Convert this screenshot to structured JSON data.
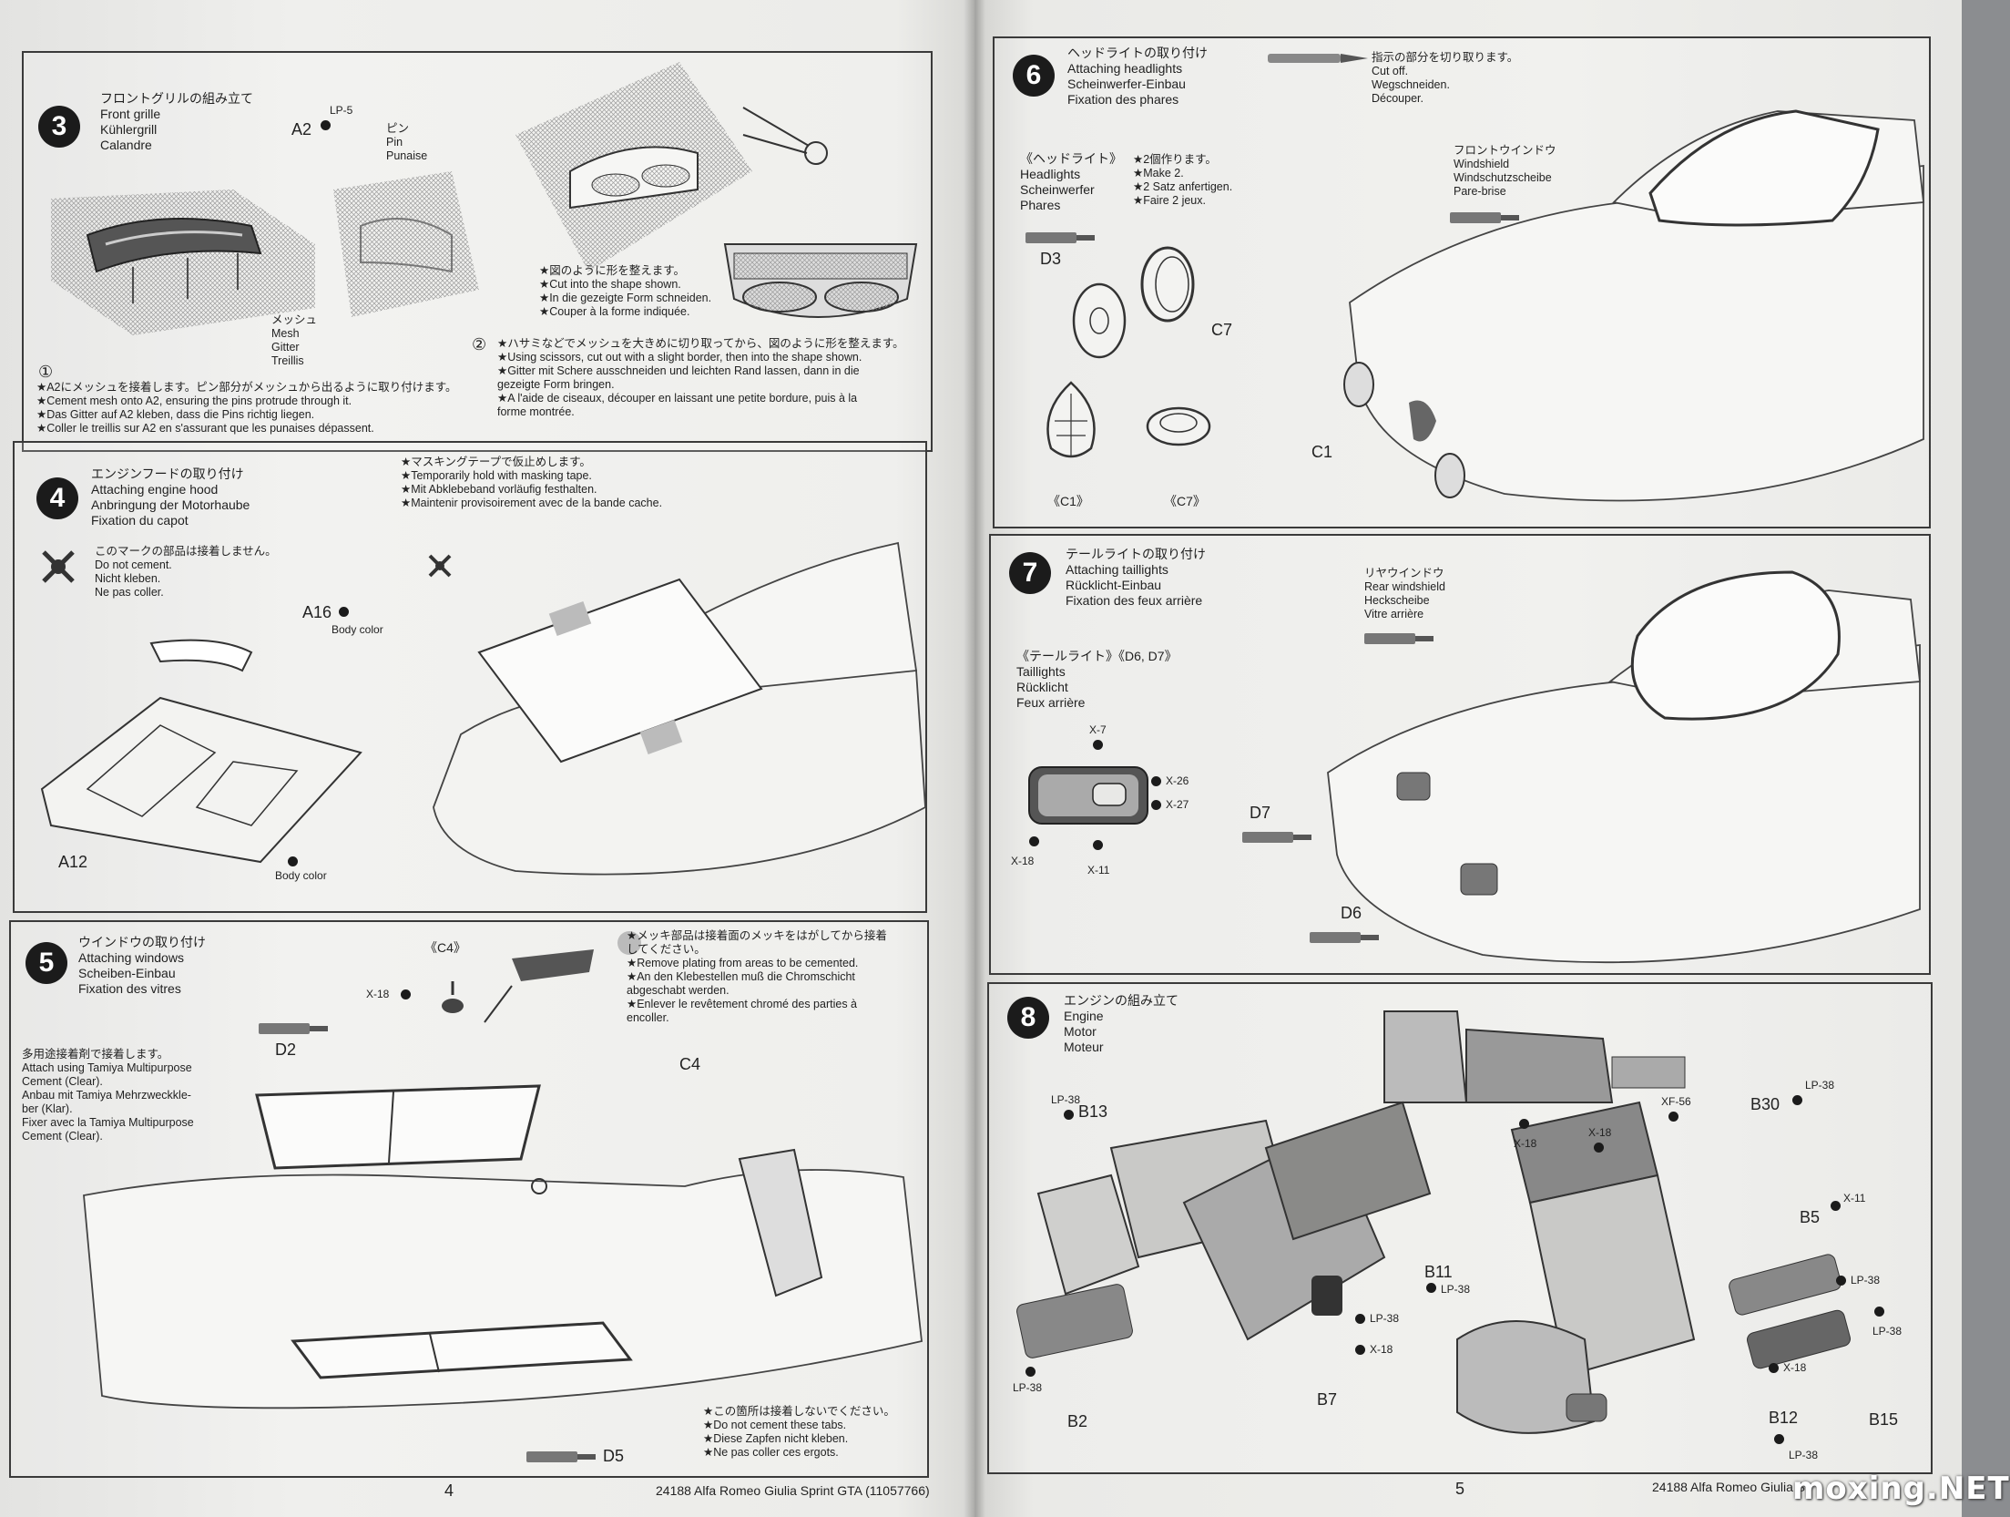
{
  "pages": {
    "left_number": "4",
    "right_number": "5",
    "left_footer": "24188  Alfa Romeo Giulia Sprint GTA (11057766)",
    "right_footer": "24188  Alfa Romeo Giulia Sp"
  },
  "watermark": "moxing.NET",
  "step3": {
    "number": "3",
    "title_jp": "フロントグリルの組み立て",
    "title_en": "Front grille",
    "title_de": "Kühlergrill",
    "title_fr": "Calandre",
    "part_a2": "A2",
    "part_lp5": "LP-5",
    "pin_jp": "ピン",
    "pin_en": "Pin",
    "pin_fr": "Punaise",
    "mesh_jp": "メッシュ",
    "mesh_en": "Mesh",
    "mesh_de": "Gitter",
    "mesh_fr": "Treillis",
    "circle1": "①",
    "note1": [
      "★A2にメッシュを接着します。ピン部分がメッシュから出るように取り付けます。",
      "★Cement mesh onto A2, ensuring the pins protrude through it.",
      "★Das Gitter auf A2 kleben, dass die Pins richtig liegen.",
      "★Coller le treillis sur A2 en s'assurant que les punaises dépassent."
    ],
    "circle2": "②",
    "note2": [
      "★ハサミなどでメッシュを大きめに切り取ってから、図のように形を整えます。",
      "★Using scissors, cut out with a slight border, then into the shape shown.",
      "★Gitter mit Schere ausschneiden und leichten Rand lassen, dann in die",
      "gezeigte Form bringen.",
      "★A l'aide de ciseaux, découper en laissant une petite bordure, puis à la",
      "forme montrée."
    ],
    "note3": [
      "★図のように形を整えます。",
      "★Cut into the shape shown.",
      "★In die gezeigte Form schneiden.",
      "★Couper à la forme indiquée."
    ]
  },
  "step4": {
    "number": "4",
    "title_jp": "エンジンフードの取り付け",
    "title_en": "Attaching engine hood",
    "title_de": "Anbringung der Motorhaube",
    "title_fr": "Fixation du capot",
    "nocement": [
      "このマークの部品は接着しません。",
      "Do not cement.",
      "Nicht kleben.",
      "Ne pas coller."
    ],
    "tape": [
      "★マスキングテープで仮止めします。",
      "★Temporarily hold with masking tape.",
      "★Mit Abklebeband vorläufig festhalten.",
      "★Maintenir provisoirement avec de la bande cache."
    ],
    "part_a16": "A16",
    "part_a12": "A12",
    "body_color_1": "Body color",
    "body_color_2": "Body color"
  },
  "step5": {
    "number": "5",
    "title_jp": "ウインドウの取り付け",
    "title_en": "Attaching windows",
    "title_de": "Scheiben-Einbau",
    "title_fr": "Fixation des vitres",
    "c4_label": "《C4》",
    "x18": "X-18",
    "chrome": [
      "★メッキ部品は接着面のメッキをはがしてから接着",
      "してください。",
      "★Remove plating from areas to be cemented.",
      "★An den Klebestellen muß die Chromschicht",
      "abgeschabt werden.",
      "★Enlever le revêtement chromé des parties à",
      "encoller."
    ],
    "cement": [
      "多用途接着剤で接着します。",
      "Attach using Tamiya Multipurpose",
      "Cement (Clear).",
      "Anbau mit Tamiya Mehrzweckkle-",
      "ber (Klar).",
      "Fixer avec la Tamiya Multipurpose",
      "Cement (Clear)."
    ],
    "part_d2": "D2",
    "part_c4": "C4",
    "part_d5": "D5",
    "tabs": [
      "★この箇所は接着しないでください。",
      "★Do not cement these tabs.",
      "★Diese Zapfen nicht kleben.",
      "★Ne pas coller ces ergots."
    ]
  },
  "step6": {
    "number": "6",
    "title_jp": "ヘッドライトの取り付け",
    "title_en": "Attaching headlights",
    "title_de": "Scheinwerfer-Einbau",
    "title_fr": "Fixation des phares",
    "cutoff": [
      "指示の部分を切り取ります。",
      "Cut off.",
      "Wegschneiden.",
      "Découper."
    ],
    "headlights": [
      "《ヘッドライト》",
      "Headlights",
      "Scheinwerfer",
      "Phares"
    ],
    "make2": [
      "★2個作ります。",
      "★Make 2.",
      "★2 Satz anfertigen.",
      "★Faire 2 jeux."
    ],
    "windshield": [
      "フロントウインドウ",
      "Windshield",
      "Windschutzscheibe",
      "Pare-brise"
    ],
    "part_d3": "D3",
    "part_c7": "C7",
    "part_c1": "C1",
    "label_c1": "《C1》",
    "label_c7": "《C7》"
  },
  "step7": {
    "number": "7",
    "title_jp": "テールライトの取り付け",
    "title_en": "Attaching taillights",
    "title_de": "Rücklicht-Einbau",
    "title_fr": "Fixation des feux arrière",
    "rear": [
      "リヤウインドウ",
      "Rear windshield",
      "Heckscheibe",
      "Vitre arrière"
    ],
    "taillights_header": "《テールライト》《D6, D7》",
    "taillights": [
      "Taillights",
      "Rücklicht",
      "Feux arrière"
    ],
    "x7": "X-7",
    "x26": "X-26",
    "x27": "X-27",
    "x18": "X-18",
    "x11": "X-11",
    "part_d7": "D7",
    "part_d6": "D6"
  },
  "step8": {
    "number": "8",
    "title_jp": "エンジンの組み立て",
    "title_en": "Engine",
    "title_de": "Motor",
    "title_fr": "Moteur",
    "lp38_a": "LP-38",
    "b13": "B13",
    "lp38_b": "LP-38",
    "b2": "B2",
    "b11": "B11",
    "lp38_c": "LP-38",
    "lp38_d": "LP-38",
    "x18_a": "X-18",
    "b7": "B7",
    "x18_b": "X-18",
    "x18_c": "X-18",
    "xf56": "XF-56",
    "b30": "B30",
    "lp38_e": "LP-38",
    "b5": "B5",
    "x11": "X-11",
    "lp38_f": "LP-38",
    "lp38_g": "LP-38",
    "b15": "B15",
    "x18_d": "X-18",
    "b12": "B12",
    "lp38_h": "LP-38"
  }
}
